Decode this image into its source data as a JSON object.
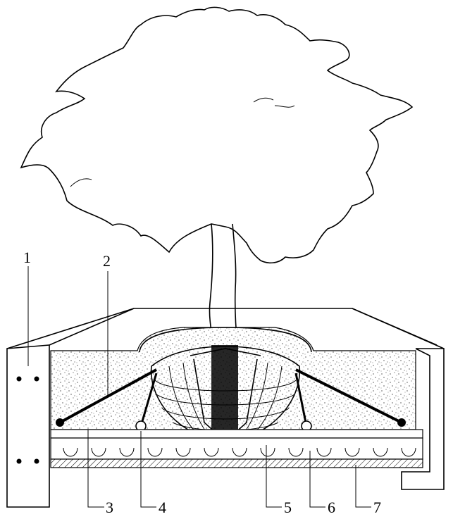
{
  "diagram": {
    "labels": [
      {
        "id": "1",
        "text": "1"
      },
      {
        "id": "2",
        "text": "2"
      },
      {
        "id": "3",
        "text": "3"
      },
      {
        "id": "4",
        "text": "4"
      },
      {
        "id": "5",
        "text": "5"
      },
      {
        "id": "6",
        "text": "6"
      },
      {
        "id": "7",
        "text": "7"
      }
    ],
    "colors": {
      "ink": "#000000",
      "paper": "#ffffff",
      "fill_light": "#eeeeee"
    }
  }
}
